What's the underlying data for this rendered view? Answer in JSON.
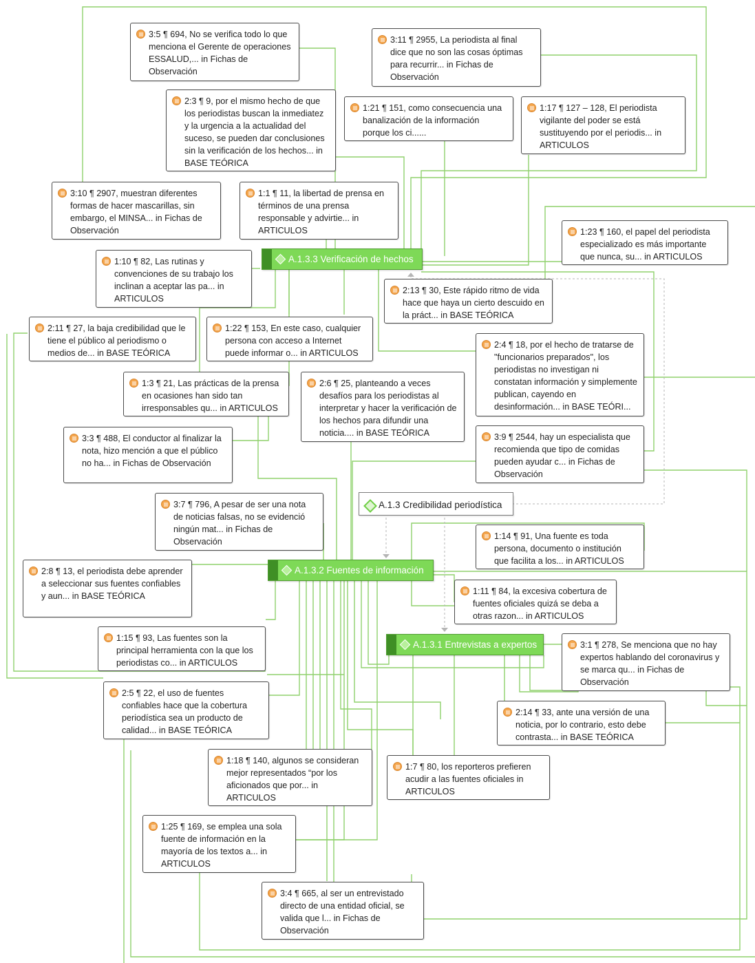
{
  "codes": {
    "verificacion": "A.1.3.3 Verificación de hechos",
    "fuentes": "A.1.3.2 Fuentes de información",
    "entrevistas": "A.1.3.1 Entrevistas a expertos",
    "credibilidad": "A.1.3 Credibilidad periodística"
  },
  "quotes": [
    "3:5 ¶ 694, No se verifica todo lo que menciona el Gerente de operaciones ESSALUD,... in Fichas de Observación",
    "3:11 ¶ 2955, La periodista al final dice que no son las cosas óptimas para recurrir... in Fichas de Observación",
    "2:3 ¶ 9, por el mismo hecho de que los periodistas buscan la inmediatez y la urgencia a la actualidad del suceso, se pueden dar conclusiones sin la verificación de los hechos... in BASE TEÓRICA",
    "1:21 ¶ 151, como  consecuencia una  banalización  de la información porque los ci......",
    "1:17 ¶ 127 – 128, El periodista vigilante del poder se está sustituyendo por el periodis... in ARTICULOS",
    "3:10 ¶ 2907, muestran diferentes formas de hacer mascarillas, sin embargo, el MINSA... in Fichas de Observación",
    "1:1 ¶ 11, la libertad de prensa en términos de una prensa responsable y advirtie... in ARTICULOS",
    "1:23 ¶ 160, el papel del periodista especializado es más importante que nunca, su... in ARTICULOS",
    "1:10 ¶ 82, Las rutinas y convenciones de su trabajo los inclinan a aceptar las pa... in ARTICULOS",
    "2:13 ¶ 30, Este rápido ritmo de vida hace que haya un cierto descuido en la práct... in BASE TEÓRICA",
    "2:11 ¶ 27, la baja credibilidad que le tiene el público al periodismo o medios de... in BASE TEÓRICA",
    "1:22 ¶ 153, En este caso, cualquier persona con acceso a Internet puede informar o... in ARTICULOS",
    "2:4 ¶ 18, por el hecho de tratarse de \"funcionarios preparados\", los periodistas no investigan ni constatan información y simplemente publican, cayendo en desinformación... in BASE TEÓRI...",
    "1:3 ¶ 21, Las prácticas de la prensa en ocasiones han sido tan irresponsables qu... in ARTICULOS",
    "2:6 ¶ 25, planteando a veces desafíos para los periodistas al interpretar y hacer la verificación de los hechos para difundir una noticia.... in BASE TEÓRICA",
    "3:3 ¶ 488, El conductor al finalizar la nota, hizo mención a que el público no ha... in Fichas de Observación",
    "3:9 ¶ 2544, hay un especialista que recomienda que tipo de comidas pueden ayudar c... in Fichas de Observación",
    "3:7 ¶ 796, A pesar de ser una nota de noticias falsas, no se evidenció ningún mat... in Fichas de Observación",
    "1:14 ¶ 91, Una fuente es toda persona, documento o institución que facilita a los... in ARTICULOS",
    "2:8 ¶ 13, el periodista debe aprender a seleccionar sus fuentes confiables y aun... in BASE TEÓRICA",
    "1:11 ¶ 84, la excesiva cobertura de fuentes oficiales quizá se deba a otras razon... in ARTICULOS",
    "1:15 ¶ 93, Las fuentes son la principal herramienta con la que los periodistas co... in ARTICULOS",
    "3:1 ¶ 278, Se menciona que no hay expertos hablando del coronavirus y se marca qu... in Fichas de Observación",
    "2:5 ¶ 22, el uso de fuentes confiables hace que la cobertura periodística sea un producto de calidad... in BASE TEÓRICA",
    "2:14 ¶ 33, ante una versión de una noticia, por lo contrario, esto debe contrasta... in BASE TEÓRICA",
    "1:18 ¶ 140, algunos se consideran mejor representados “por los aficionados que por... in ARTICULOS",
    "1:7 ¶ 80, los reporteros prefieren acudir a las fuentes oficiales in ARTICULOS",
    "1:25 ¶ 169, se emplea una sola fuente de información en la mayoría de los textos a... in ARTICULOS",
    "3:4 ¶ 665, al ser un entrevistado directo de una entidad oficial, se valida que l... in Fichas de Observación"
  ],
  "colors": {
    "link": "#8fd16c",
    "code_fill": "#7ed957",
    "code_dark": "#3f8f25",
    "quote_icon": "#f4a64d",
    "dashed_link": "#b5b5b5"
  },
  "icons": {
    "quote": "quotation-document-icon",
    "code": "code-diamond-icon"
  }
}
